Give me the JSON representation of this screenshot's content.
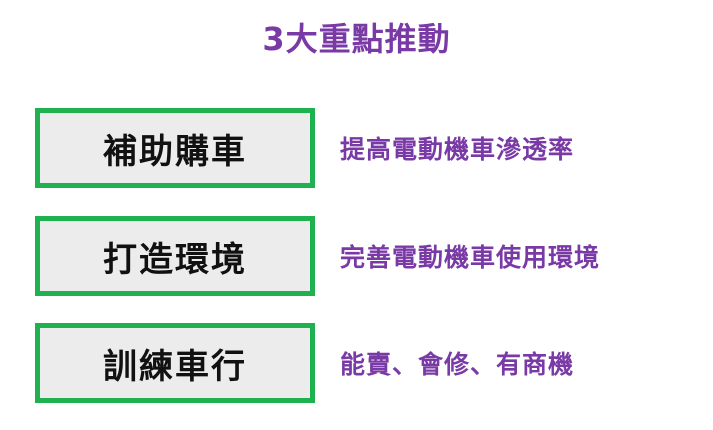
{
  "title": "3大重點推動",
  "items": [
    {
      "label": "補助購車",
      "description": "提高電動機車滲透率"
    },
    {
      "label": "打造環境",
      "description": "完善電動機車使用環境"
    },
    {
      "label": "訓練車行",
      "description": "能賣、會修、有商機"
    }
  ],
  "colors": {
    "title": "#7a3aa6",
    "description": "#7a3aa6",
    "box_border": "#1fb14f",
    "box_fill": "#ececec",
    "box_text": "#111111"
  }
}
